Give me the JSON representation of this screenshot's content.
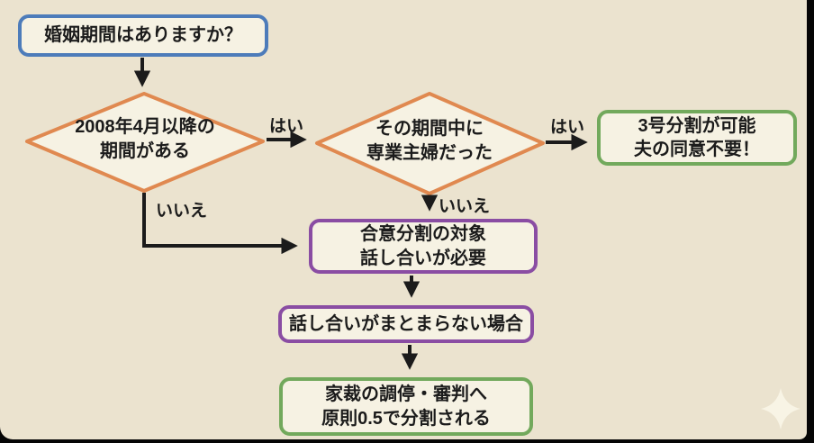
{
  "diagram": {
    "description": "Flowchart about Japanese pension division at divorce",
    "nodes": {
      "start": {
        "label": "婚姻期間はありますか？",
        "shape": "rounded-rect",
        "border_color": "#4d7cba"
      },
      "decision_period": {
        "line1": "2008年4月以降の",
        "line2": "期間がある",
        "shape": "diamond",
        "border_color": "#e08950"
      },
      "decision_housewife": {
        "line1": "その期間中に",
        "line2": "専業主婦だった",
        "shape": "diamond",
        "border_color": "#e08950"
      },
      "result_type3": {
        "line1": "3号分割が可能",
        "line2": "夫の同意不要！",
        "shape": "rounded-rect",
        "border_color": "#72a95c"
      },
      "result_agreement": {
        "line1": "合意分割の対象",
        "line2": "話し合いが必要",
        "shape": "rounded-rect",
        "border_color": "#8a4da3"
      },
      "no_settlement": {
        "label": "話し合いがまとまらない場合",
        "shape": "rounded-rect",
        "border_color": "#8a4da3"
      },
      "result_court": {
        "line1": "家裁の調停・審判へ",
        "line2": "原則0.5で分割される",
        "shape": "rounded-rect",
        "border_color": "#72a95c"
      }
    },
    "edge_labels": {
      "yes1": "はい",
      "yes2": "はい",
      "no1": "いいえ",
      "no2": "いいえ"
    },
    "colors": {
      "background": "#ebe3cf",
      "frame": "#000000",
      "node_fill": "#f6f2e3",
      "start_border": "#4d7cba",
      "decision_border": "#e08950",
      "result_border": "#72a95c",
      "process_border": "#8a4da3",
      "arrow": "#1b1b1b",
      "text": "#1b1b1b",
      "sparkle": "#f8f4e5"
    }
  }
}
